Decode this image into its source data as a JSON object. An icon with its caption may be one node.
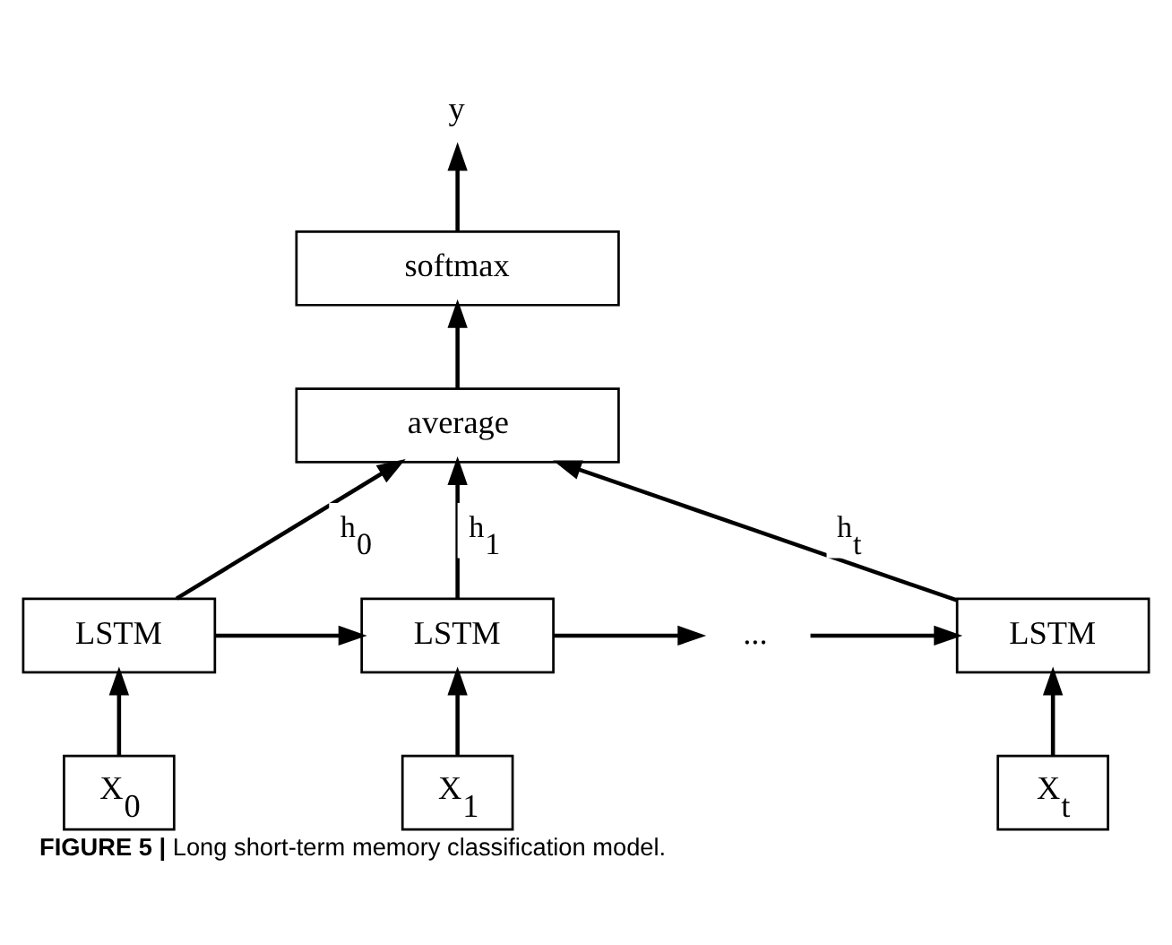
{
  "diagram": {
    "caption": "**FIGURE 5 |** Long short-term memory classification model.",
    "nodes": [
      {
        "text": [
          "y"
        ]
      },
      {
        "text": [
          "softmax"
        ]
      },
      {
        "text": [
          "average"
        ]
      },
      {
        "text": [
          "LSTM"
        ]
      },
      {
        "text": [
          "LSTM"
        ]
      },
      {
        "text": [
          "..."
        ]
      },
      {
        "text": [
          "LSTM"
        ]
      },
      {
        "text": [
          "X$_{0}$"
        ]
      },
      {
        "text": [
          "X$_{1}$"
        ]
      },
      {
        "text": [
          "X$_{t}$"
        ]
      }
    ],
    "edges": [
      {
        "from": 1,
        "to": 0,
        "arrow": "to"
      },
      {
        "from": 2,
        "to": 1,
        "arrow": "to"
      },
      {
        "from": 3,
        "to": 2,
        "arrow": "to",
        "label": "h$_{0}$"
      },
      {
        "from": 4,
        "to": 2,
        "arrow": "to",
        "label": "h$_{1}$"
      },
      {
        "from": 6,
        "to": 2,
        "arrow": "to",
        "label": "h$_{t}$"
      },
      {
        "from": 3,
        "to": 4,
        "arrow": "to"
      },
      {
        "from": 4,
        "to": 5,
        "arrow": "to"
      },
      {
        "from": 5,
        "to": 6,
        "arrow": "to"
      },
      {
        "from": 7,
        "to": 3,
        "arrow": "to"
      },
      {
        "from": 8,
        "to": 4,
        "arrow": "to"
      },
      {
        "from": 9,
        "to": 6,
        "arrow": "to"
      }
    ]
  }
}
